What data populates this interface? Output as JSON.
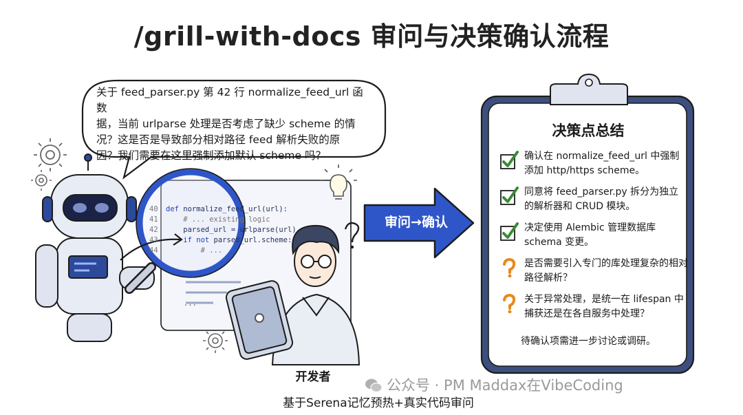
{
  "title": "/grill-with-docs 审问与决策确认流程",
  "speech_bubble": {
    "lines": [
      "关于 feed_parser.py 第 42 行 normalize_feed_url 函数",
      "据，当前 urlparse 处理是否考虑了缺少 scheme 的情",
      "况？这是否是导致部分相对路径 feed 解析失败的原",
      "因？我们需要在这里强制添加默认 scheme 吗？"
    ]
  },
  "code_snippet": {
    "lines": [
      {
        "num": "40",
        "kw": "def",
        "text": " normalize_feed_url(url):"
      },
      {
        "num": "41",
        "kw": "",
        "text": "    # ... existing logic"
      },
      {
        "num": "42",
        "kw": "",
        "text": "    parsed_url = urlparse(url)"
      },
      {
        "num": "43",
        "kw": "    if not",
        "text": " parsed_url.scheme:"
      },
      {
        "num": "44",
        "kw": "",
        "text": "        # ..."
      }
    ],
    "ellipsis": "..."
  },
  "arrow_label": "审问→确认",
  "decision_summary": {
    "title": "决策点总结",
    "items": [
      {
        "status": "confirmed",
        "text": "确认在 normalize_feed_url 中强制添加 http/https scheme。"
      },
      {
        "status": "confirmed",
        "text": "同意将 feed_parser.py 拆分为独立的解析器和 CRUD 模块。"
      },
      {
        "status": "confirmed",
        "text": "决定使用 Alembic 管理数据库 schema 变更。"
      },
      {
        "status": "pending",
        "text": "是否需要引入专门的库处理复杂的相对路径解析？"
      },
      {
        "status": "pending",
        "text": "关于异常处理，是统一在 lifespan 中捕获还是在各自服务中处理？"
      }
    ],
    "footer": "待确认项需进一步讨论或调研。"
  },
  "developer_label": "开发者",
  "footnote": "基于Serena记忆预热+真实代码审问",
  "watermark": "公众号 · PM Maddax在VibeCoding",
  "icons": {
    "confirmed": "checkmark-icon",
    "pending": "question-mark-icon",
    "robot": "robot-icon",
    "magnifier": "magnifier-icon",
    "gear": "gear-icon",
    "lightbulb": "lightbulb-icon",
    "tablet": "tablet-icon",
    "wechat": "wechat-icon"
  },
  "colors": {
    "accent_blue": "#2f56c9",
    "check_green": "#3a8a34",
    "question_orange": "#e8891c",
    "robot_blue": "#2d4a9a",
    "ink": "#1a1a1a"
  }
}
